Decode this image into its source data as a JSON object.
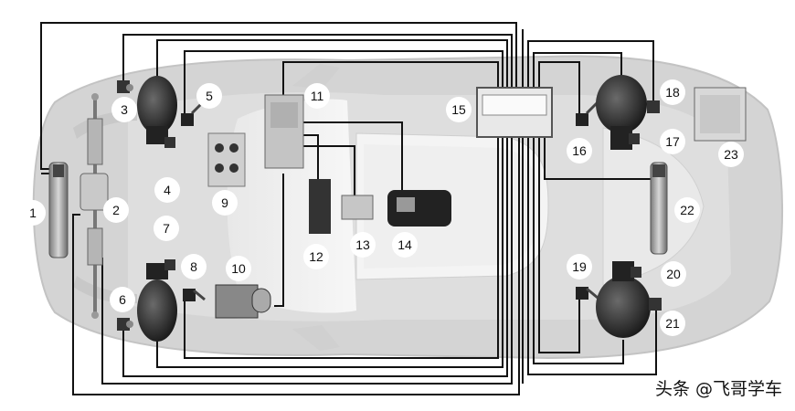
{
  "diagram": {
    "callouts": [
      "1",
      "2",
      "3",
      "4",
      "5",
      "6",
      "7",
      "8",
      "9",
      "10",
      "11",
      "12",
      "13",
      "14",
      "15",
      "16",
      "17",
      "18",
      "19",
      "20",
      "21",
      "22",
      "23"
    ]
  },
  "watermark": {
    "text": "头条 @飞哥学车"
  }
}
